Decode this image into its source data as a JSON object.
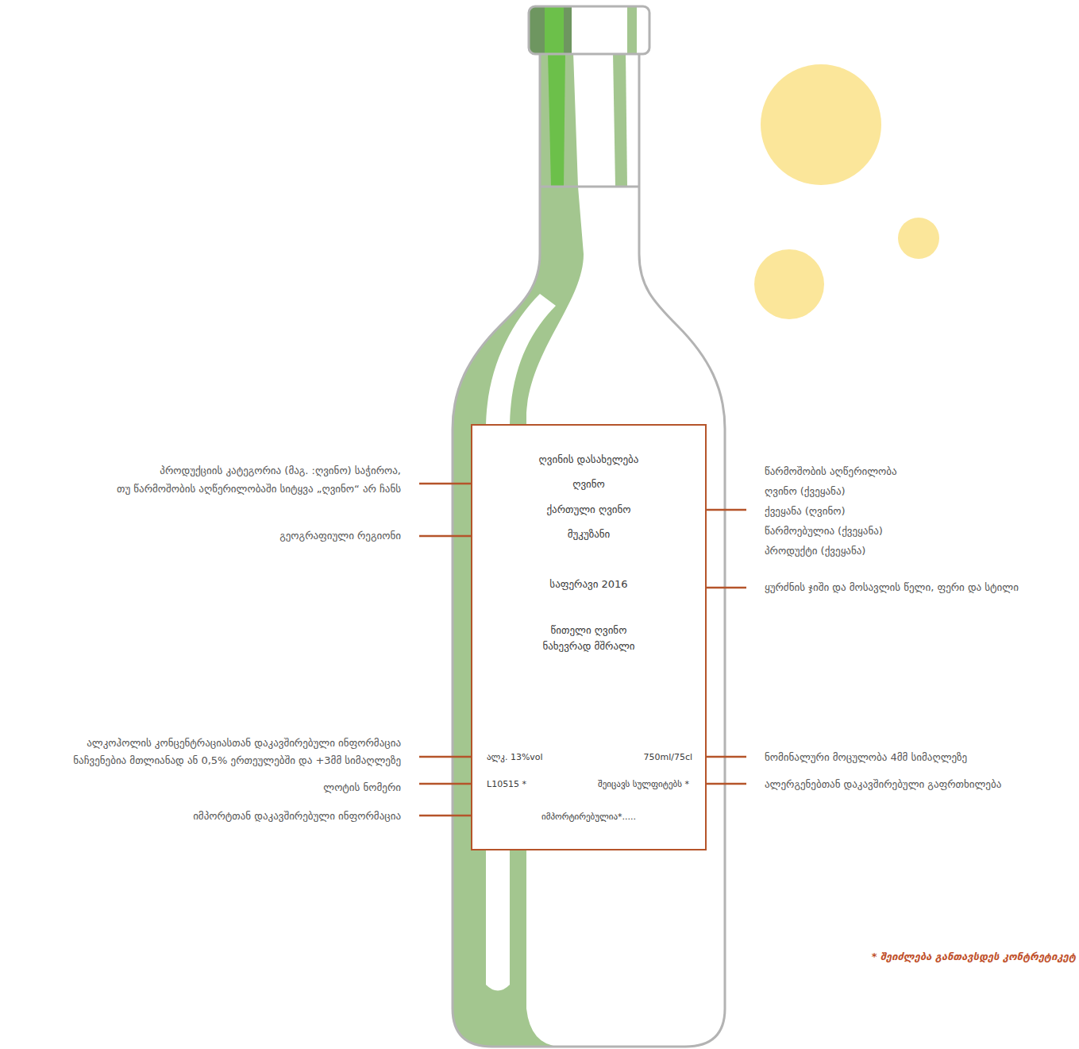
{
  "diagram": {
    "nodes": [
      {
        "text": [
          "ღვინის დასახელება",
          "ღვინო",
          "ქართული ღვინო",
          "მუკუზანი",
          "საფერავი 2016",
          "წითელი ღვინო ნახევრად მშრალი",
          "ალკ. 13%vol",
          "750ml/75cl",
          "L10515 *",
          "შეიცავს სულფიტებს *",
          "იმპორტირებულია*....."
        ]
      }
    ],
    "labels": [
      "პროდუქციის კატეგორია (მაგ. :ღვინო) საჭიროა,",
      "თუ წარმოშობის აღწერილობაში სიტყვა „ღვინო“ არ ჩანს",
      "გეოგრაფიული რეგიონი",
      "ალკოჰოლის კონცენტრაციასთან დაკავშირებული ინფორმაცია",
      "ნაჩვენებია მთლიანად ან 0,5% ერთეულებში და +3მმ სიმაღლეზე",
      "ლოტის ნომერი",
      "იმპორტთან დაკავშირებული ინფორმაცია",
      "წარმოშობის აღწერილობა",
      "ღვინო (ქვეყანა)",
      "ქვეყანა (ღვინო)",
      "წარმოებულია (ქვეყანა)",
      "პროდუქტი (ქვეყანა)",
      "ყურძნის ჯიში და მოსავლის წელი, ფერი და სტილი",
      "ნომინალური მოცულობა 4მმ სიმაღლეზე",
      "ალერგენებთან დაკავშირებული გაფრთხილება",
      "* შეიძლება განთავსდეს კონტრეტიკეტ"
    ]
  }
}
